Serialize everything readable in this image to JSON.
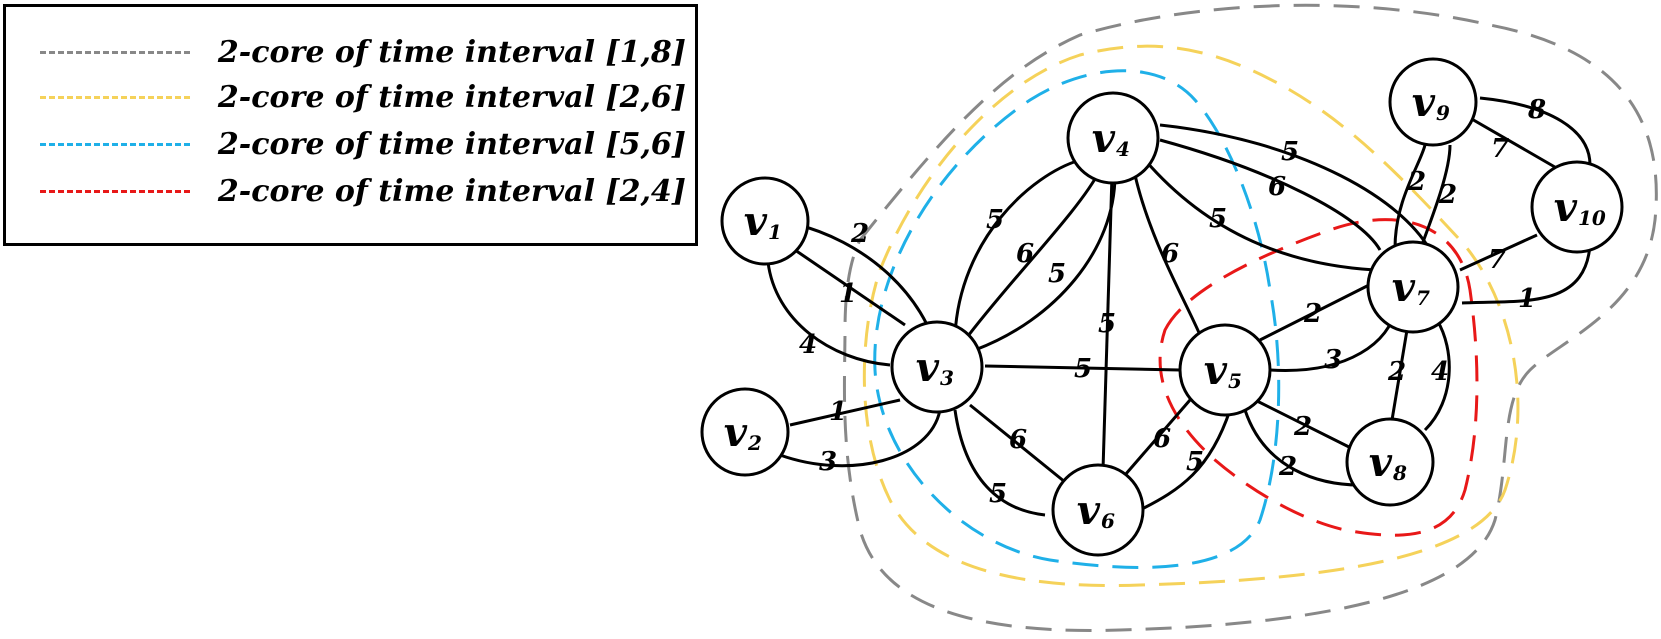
{
  "legend": {
    "items": [
      {
        "label": "2-core of time interval [1,8]",
        "color": "#888888"
      },
      {
        "label": "2-core of time interval [2,6]",
        "color": "#f5d25a"
      },
      {
        "label": "2-core of time interval [5,6]",
        "color": "#1fb0e8"
      },
      {
        "label": "2-core of time interval [2,4]",
        "color": "#e81818"
      }
    ]
  },
  "nodes": [
    {
      "letter": "v",
      "sub": "1"
    },
    {
      "letter": "v",
      "sub": "2"
    },
    {
      "letter": "v",
      "sub": "3"
    },
    {
      "letter": "v",
      "sub": "4"
    },
    {
      "letter": "v",
      "sub": "5"
    },
    {
      "letter": "v",
      "sub": "6"
    },
    {
      "letter": "v",
      "sub": "7"
    },
    {
      "letter": "v",
      "sub": "8"
    },
    {
      "letter": "v",
      "sub": "9"
    },
    {
      "letter": "v",
      "sub": "10"
    }
  ],
  "edges": [
    {
      "from": "v1",
      "to": "v3",
      "label": "2"
    },
    {
      "from": "v1",
      "to": "v3",
      "label": "1"
    },
    {
      "from": "v1",
      "to": "v3",
      "label": "4"
    },
    {
      "from": "v2",
      "to": "v3",
      "label": "1"
    },
    {
      "from": "v2",
      "to": "v3",
      "label": "3"
    },
    {
      "from": "v3",
      "to": "v4",
      "label": "5"
    },
    {
      "from": "v3",
      "to": "v4",
      "label": "6"
    },
    {
      "from": "v3",
      "to": "v4",
      "label": "5"
    },
    {
      "from": "v3",
      "to": "v5",
      "label": "5"
    },
    {
      "from": "v3",
      "to": "v6",
      "label": "6"
    },
    {
      "from": "v3",
      "to": "v6",
      "label": "5"
    },
    {
      "from": "v4",
      "to": "v6",
      "label": "5"
    },
    {
      "from": "v4",
      "to": "v5",
      "label": "6"
    },
    {
      "from": "v4",
      "to": "v7",
      "label": "5"
    },
    {
      "from": "v4",
      "to": "v7",
      "label": "6"
    },
    {
      "from": "v4",
      "to": "v7",
      "label": "5"
    },
    {
      "from": "v5",
      "to": "v6",
      "label": "6"
    },
    {
      "from": "v5",
      "to": "v6",
      "label": "5"
    },
    {
      "from": "v5",
      "to": "v7",
      "label": "2"
    },
    {
      "from": "v5",
      "to": "v7",
      "label": "3"
    },
    {
      "from": "v5",
      "to": "v8",
      "label": "2"
    },
    {
      "from": "v5",
      "to": "v8",
      "label": "2"
    },
    {
      "from": "v7",
      "to": "v8",
      "label": "2"
    },
    {
      "from": "v7",
      "to": "v8",
      "label": "4"
    },
    {
      "from": "v7",
      "to": "v9",
      "label": "2"
    },
    {
      "from": "v7",
      "to": "v9",
      "label": "2"
    },
    {
      "from": "v7",
      "to": "v10",
      "label": "7"
    },
    {
      "from": "v7",
      "to": "v10",
      "label": "1"
    },
    {
      "from": "v9",
      "to": "v10",
      "label": "7"
    },
    {
      "from": "v9",
      "to": "v10",
      "label": "8"
    }
  ]
}
